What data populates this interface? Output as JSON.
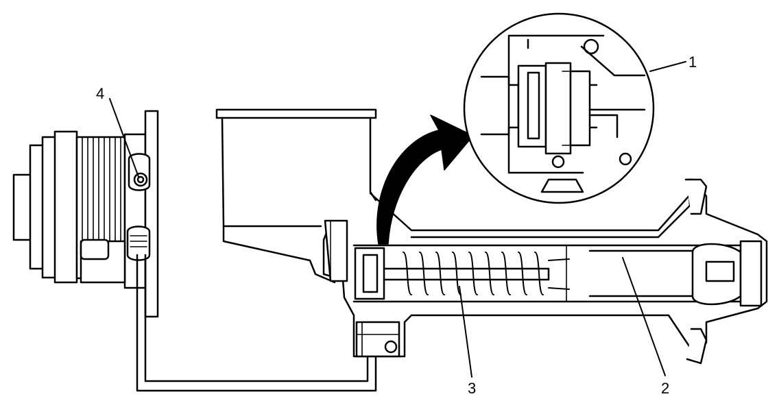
{
  "diagram": {
    "callouts": [
      {
        "id": "1",
        "label": "1"
      },
      {
        "id": "2",
        "label": "2"
      },
      {
        "id": "3",
        "label": "3"
      },
      {
        "id": "4",
        "label": "4"
      }
    ]
  },
  "colors": {
    "line": "#000000",
    "fill": "#ffffff"
  }
}
